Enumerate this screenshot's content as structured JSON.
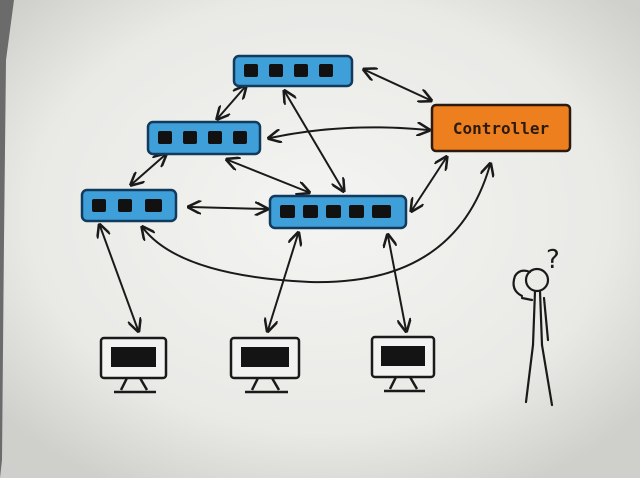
{
  "diagram": {
    "controller": {
      "label": "Controller",
      "fill": "#ee7f1e",
      "stroke": "#2b1a0e"
    },
    "switch_colors": {
      "fill": "#3fa0d9",
      "stroke": "#123a5c",
      "port": "#111111"
    },
    "switches": [
      {
        "id": "sw-top",
        "ports": 4
      },
      {
        "id": "sw-mid",
        "ports": 4
      },
      {
        "id": "sw-left",
        "ports": 3
      },
      {
        "id": "sw-right",
        "ports": 5
      }
    ],
    "hosts": [
      {
        "id": "host-1"
      },
      {
        "id": "host-2"
      },
      {
        "id": "host-3"
      }
    ],
    "person": {
      "thought": "?"
    },
    "links": [
      [
        "sw-top",
        "sw-mid"
      ],
      [
        "sw-top",
        "controller"
      ],
      [
        "sw-top",
        "sw-right"
      ],
      [
        "sw-mid",
        "controller"
      ],
      [
        "sw-mid",
        "sw-left"
      ],
      [
        "sw-mid",
        "sw-right"
      ],
      [
        "sw-left",
        "sw-right"
      ],
      [
        "sw-left",
        "controller"
      ],
      [
        "sw-right",
        "controller"
      ],
      [
        "sw-left",
        "host-1"
      ],
      [
        "sw-right",
        "host-2"
      ],
      [
        "sw-right",
        "host-3"
      ]
    ]
  }
}
